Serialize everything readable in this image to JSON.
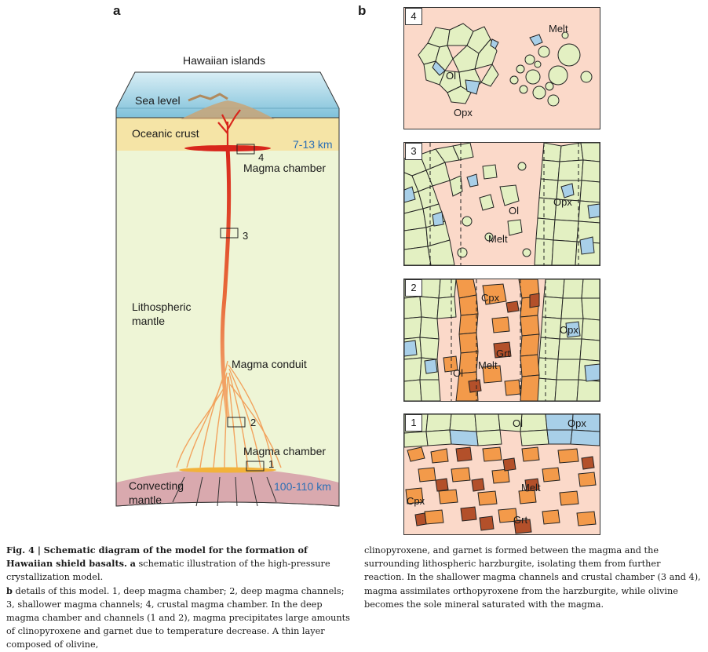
{
  "panel_a": {
    "letter": "a",
    "title": "Hawaiian islands",
    "sea_level": "Sea level",
    "oceanic_crust": "Oceanic crust",
    "crust_depth": "7-13 km",
    "magma_chamber_top": "Magma chamber",
    "lithospheric_mantle": "Lithospheric\nmantle",
    "magma_conduit": "Magma conduit",
    "magma_chamber_bottom": "Magma chamber",
    "convecting_mantle": "Convecting\nmantle",
    "mantle_depth": "100-110 km",
    "box_labels": [
      "1",
      "2",
      "3",
      "4"
    ]
  },
  "panel_b": {
    "letter": "b",
    "insets": [
      {
        "num": "4",
        "labels": {
          "melt": "Melt",
          "ol": "Ol",
          "opx": "Opx"
        }
      },
      {
        "num": "3",
        "labels": {
          "ol": "Ol",
          "opx": "Opx",
          "melt": "Melt"
        }
      },
      {
        "num": "2",
        "labels": {
          "cpx": "Cpx",
          "opx": "Opx",
          "grt": "Grt",
          "melt": "Melt",
          "ol": "Ol"
        }
      },
      {
        "num": "1",
        "labels": {
          "ol": "Ol",
          "opx": "Opx",
          "melt": "Melt",
          "cpx": "Cpx",
          "grt": "Grt"
        }
      }
    ]
  },
  "caption": {
    "fig": "Fig. 4 |",
    "title": "Schematic diagram of the model for the formation of Hawaiian shield basalts.",
    "a_label": "a",
    "a_text": "schematic illustration of the high-pressure crystallization model.",
    "b_label": "b",
    "b_text": "details of this model. 1, deep magma chamber; 2, deep magma channels; 3, shallower magma channels; 4, crustal magma chamber. In the deep magma chamber and channels (1 and 2), magma precipitates large amounts of clinopyroxene and garnet due to temperature decrease. A thin layer composed of olivine,",
    "right_text": "clinopyroxene, and garnet is formed between the magma and the surrounding lithospheric harzburgite, isolating them from further reaction. In the shallower magma channels and crustal chamber (3 and 4), magma assimilates orthopyroxene from the harzburgite, while olivine becomes the sole mineral saturated with the magma."
  },
  "colors": {
    "mantle": "#eef5d6",
    "crust": "#f5e4a6",
    "sea": "#9fd0e3",
    "convecting": "#d9a9ae",
    "magma": "#d8261c",
    "melt_bg": "#fbd9c9",
    "olivine": "#e3f0c2",
    "opx": "#a8cfe8",
    "cpx": "#f39a4a",
    "grt": "#b3502a"
  }
}
